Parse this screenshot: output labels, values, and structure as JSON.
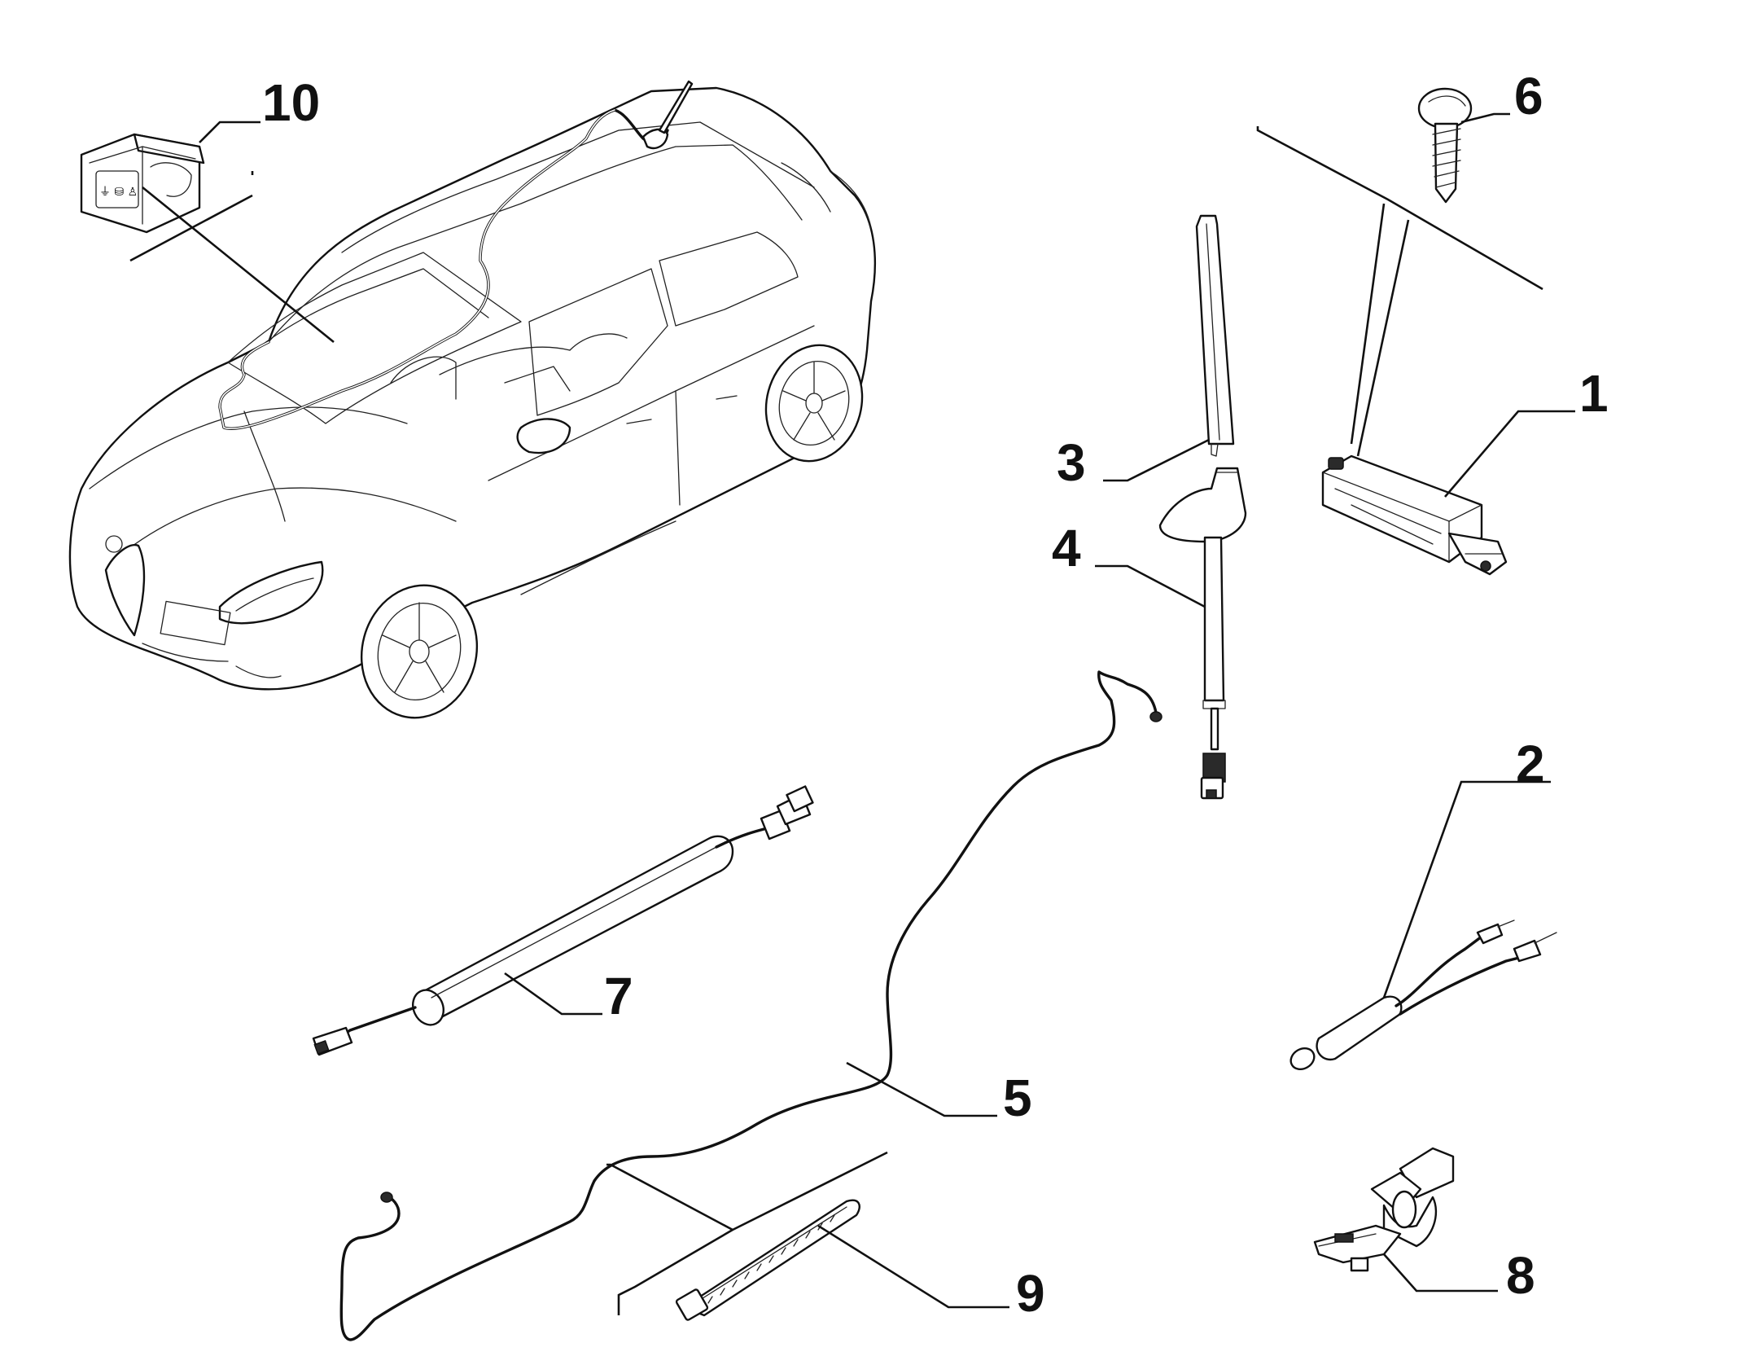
{
  "diagram": {
    "parts": [
      {
        "id": "1",
        "label": "1",
        "part": "amplifier-module"
      },
      {
        "id": "2",
        "label": "2",
        "part": "antenna-adapter-cable"
      },
      {
        "id": "3",
        "label": "3",
        "part": "antenna-mast"
      },
      {
        "id": "4",
        "label": "4",
        "part": "antenna-base"
      },
      {
        "id": "5",
        "label": "5",
        "part": "antenna-cable"
      },
      {
        "id": "6",
        "label": "6",
        "part": "screw"
      },
      {
        "id": "7",
        "label": "7",
        "part": "cable-with-filter"
      },
      {
        "id": "8",
        "label": "8",
        "part": "clip"
      },
      {
        "id": "9",
        "label": "9",
        "part": "cable-tie"
      },
      {
        "id": "10",
        "label": "10",
        "part": "connector-socket"
      }
    ],
    "icons": [
      "car-icon",
      "amplifier-icon",
      "adapter-cable-icon",
      "antenna-mast-icon",
      "antenna-base-icon",
      "antenna-cable-icon",
      "screw-icon",
      "filter-cable-icon",
      "clip-icon",
      "cable-tie-icon",
      "connector-socket-icon"
    ],
    "colors": {
      "line": "#111111",
      "background": "#ffffff"
    }
  }
}
